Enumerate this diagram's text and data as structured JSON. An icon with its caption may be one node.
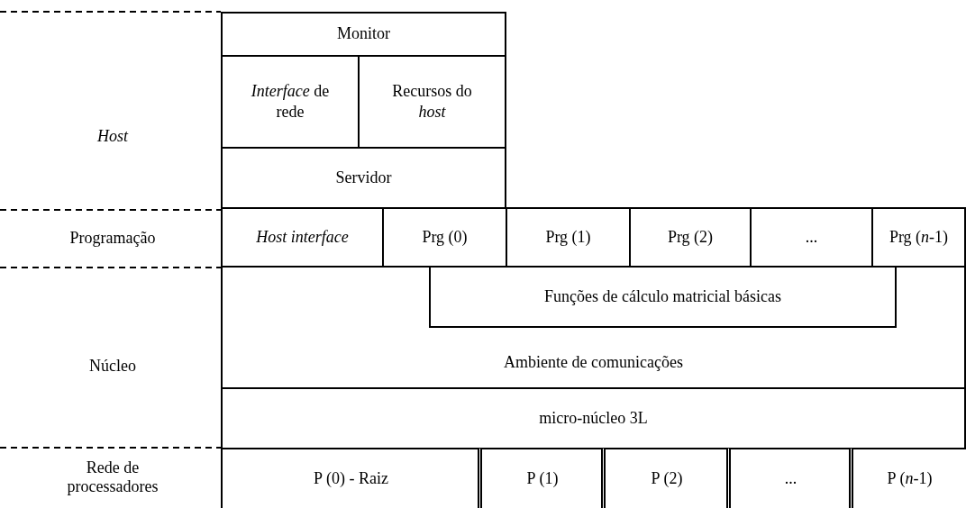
{
  "diagram": {
    "nodes": [
      {
        "text": [
          "Monitor"
        ]
      },
      {
        "text": [
          "*Interface* de rede"
        ]
      },
      {
        "text": [
          "Recursos do *host*"
        ]
      },
      {
        "text": [
          "Servidor"
        ]
      },
      {
        "text": [
          "Host interface"
        ]
      },
      {
        "text": [
          "Prg (0)"
        ]
      },
      {
        "text": [
          "Prg (1)"
        ]
      },
      {
        "text": [
          "Prg (2)"
        ]
      },
      {
        "text": [
          "..."
        ]
      },
      {
        "text": [
          "Prg (*n*-1)"
        ]
      },
      {
        "text": [
          "Ambiente de comunicações"
        ]
      },
      {
        "text": [
          "Funções de cálculo matricial básicas"
        ],
        "in": 10
      },
      {
        "text": [
          "micro-núcleo 3L"
        ]
      },
      {
        "text": [
          "P (0) - Raiz"
        ]
      },
      {
        "text": [
          "P (1)"
        ]
      },
      {
        "text": [
          "P (2)"
        ]
      },
      {
        "text": [
          "..."
        ]
      },
      {
        "text": [
          "P (*n*-1)"
        ]
      }
    ],
    "edges": [],
    "labels": [
      "Host",
      "Programação",
      "Núcleo",
      "Rede de processadores"
    ]
  }
}
